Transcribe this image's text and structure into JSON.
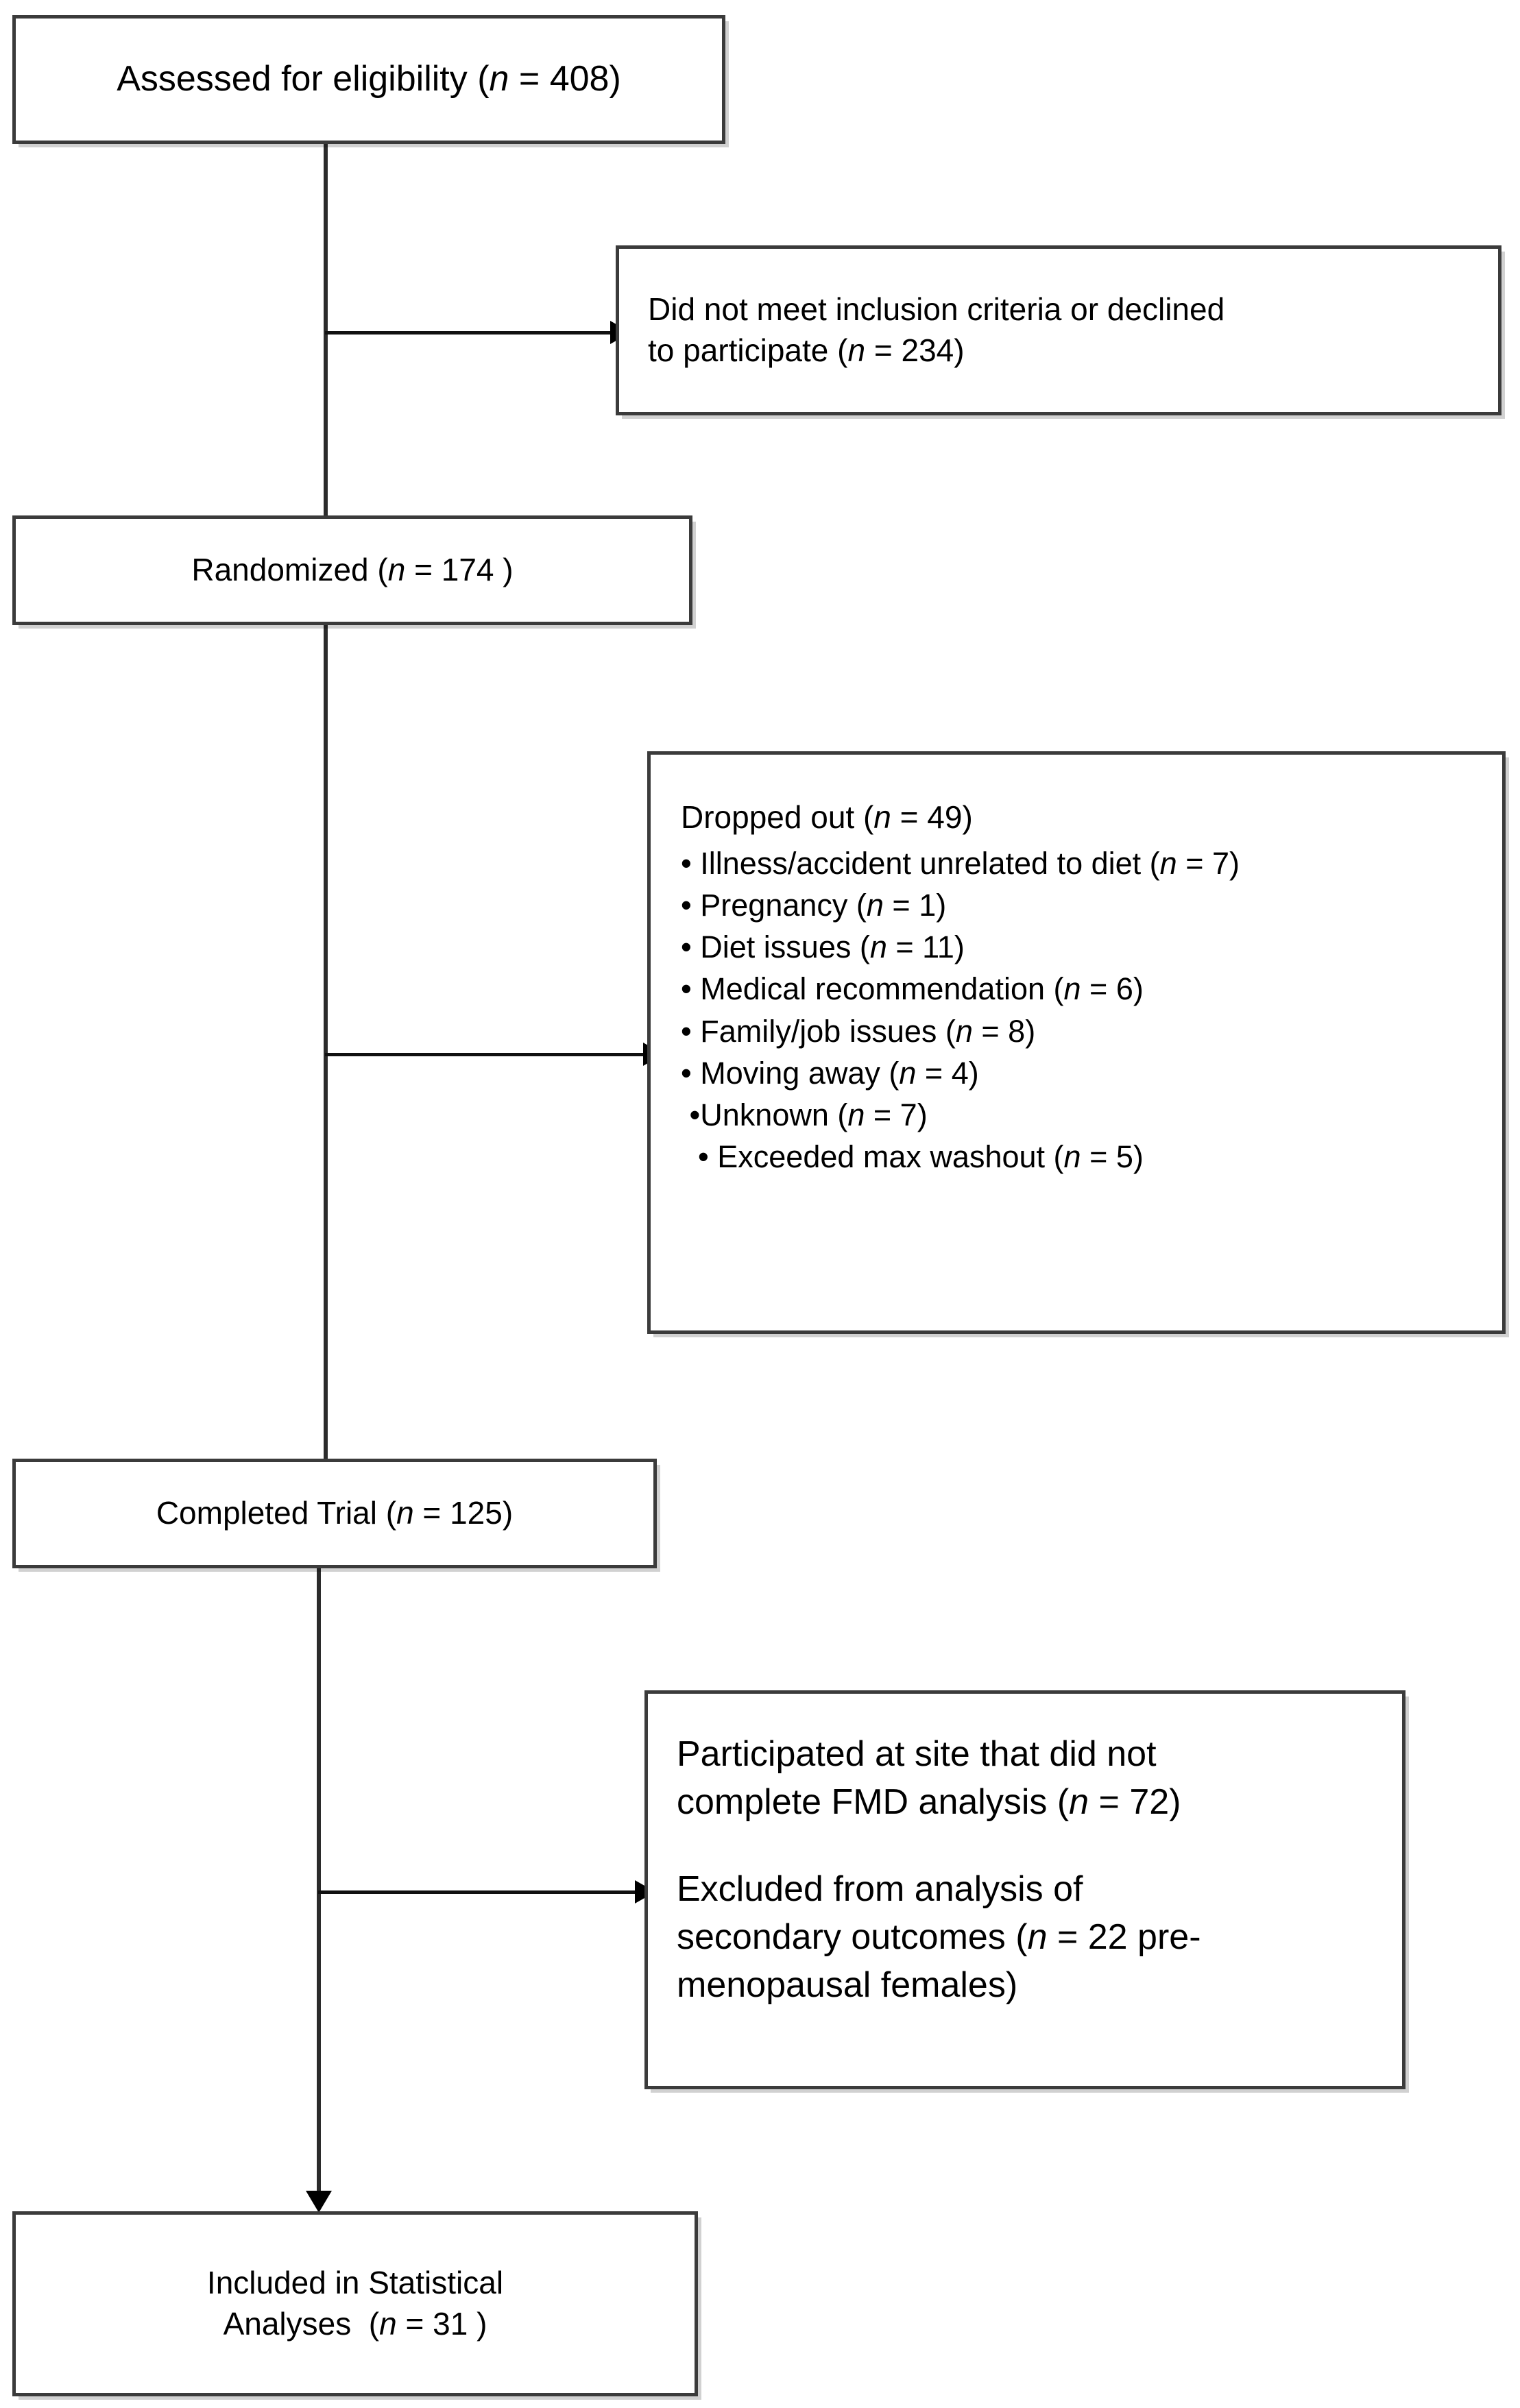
{
  "diagram": {
    "type": "consort-flow-diagram",
    "colors": {
      "box_border": "#3b3b3b",
      "connector": "#111111",
      "background": "#ffffff",
      "text": "#000000"
    },
    "nodes": {
      "assessed": {
        "label": "Assessed for eligibility (",
        "n_symbol": "n",
        "n_value": " = 408)",
        "full_text": "Assessed for eligibility (n = 408)"
      },
      "excluded_screening": {
        "line1": "Did not meet inclusion criteria or declined",
        "line2_prefix": "to participate (",
        "n_symbol": "n",
        "line2_suffix": " = 234)",
        "full_text": "Did not meet inclusion criteria or declined to participate (n = 234)"
      },
      "randomized": {
        "label": "Randomized (",
        "n_symbol": "n",
        "n_value": " = 174 )",
        "full_text": "Randomized (n = 174 )"
      },
      "dropped_out": {
        "heading_prefix": "Dropped out (",
        "n_symbol": "n",
        "heading_suffix": " = 49)",
        "heading_full": "Dropped out (n = 49)",
        "reasons": [
          {
            "bullet": "• ",
            "label": "Illness/accident unrelated to diet (",
            "n_symbol": "n",
            "count": " = 7)",
            "full": "• Illness/accident unrelated to diet (n = 7)"
          },
          {
            "bullet": "• ",
            "label": "Pregnancy (",
            "n_symbol": "n",
            "count": " = 1)",
            "full": "• Pregnancy (n = 1)"
          },
          {
            "bullet": "• ",
            "label": "Diet issues (",
            "n_symbol": "n",
            "count": " = 11)",
            "full": "• Diet issues (n = 11)"
          },
          {
            "bullet": "• ",
            "label": "Medical recommendation (",
            "n_symbol": "n",
            "count": " = 6)",
            "full": "• Medical recommendation (n = 6)"
          },
          {
            "bullet": "• ",
            "label": "Family/job issues (",
            "n_symbol": "n",
            "count": " = 8)",
            "full": "• Family/job issues (n = 8)"
          },
          {
            "bullet": "• ",
            "label": "Moving away (",
            "n_symbol": "n",
            "count": " = 4)",
            "full": "• Moving away (n = 4)"
          },
          {
            "bullet": " •",
            "label": "Unknown (",
            "n_symbol": "n",
            "count": " = 7)",
            "full": " •Unknown (n = 7)"
          },
          {
            "bullet": "  • ",
            "label": "Exceeded max washout (",
            "n_symbol": "n",
            "count": " = 5)",
            "full": "  • Exceeded max washout (n = 5)"
          }
        ]
      },
      "completed": {
        "label": "Completed Trial (",
        "n_symbol": "n",
        "n_value": " = 125)",
        "full_text": "Completed Trial (n = 125)"
      },
      "excluded_analysis": {
        "para1_line1": "Participated at site that did not",
        "para1_line2_prefix": "complete FMD analysis (",
        "para1_n_symbol": "n",
        "para1_line2_suffix": " = 72)",
        "para1_full": "Participated at site that did not complete FMD analysis (n = 72)",
        "para2_line1": "Excluded from analysis of",
        "para2_line2_prefix": "secondary outcomes (",
        "para2_n_symbol": "n",
        "para2_line2_suffix": " = 22 pre-",
        "para2_line3": "menopausal females)",
        "para2_full": "Excluded from analysis of secondary outcomes (n = 22 pre-menopausal females)"
      },
      "included": {
        "line1": "Included in Statistical",
        "line2_prefix": "Analyses  (",
        "n_symbol": "n",
        "line2_suffix": " = 31 )",
        "full_text": "Included in Statistical Analyses  (n = 31 )"
      }
    },
    "flow_numbers": {
      "assessed": 408,
      "excluded_screening": 234,
      "randomized": 174,
      "dropped_out_total": 49,
      "completed": 125,
      "excluded_fmd_site": 72,
      "excluded_premenopausal": 22,
      "included_in_analysis": 31
    }
  }
}
